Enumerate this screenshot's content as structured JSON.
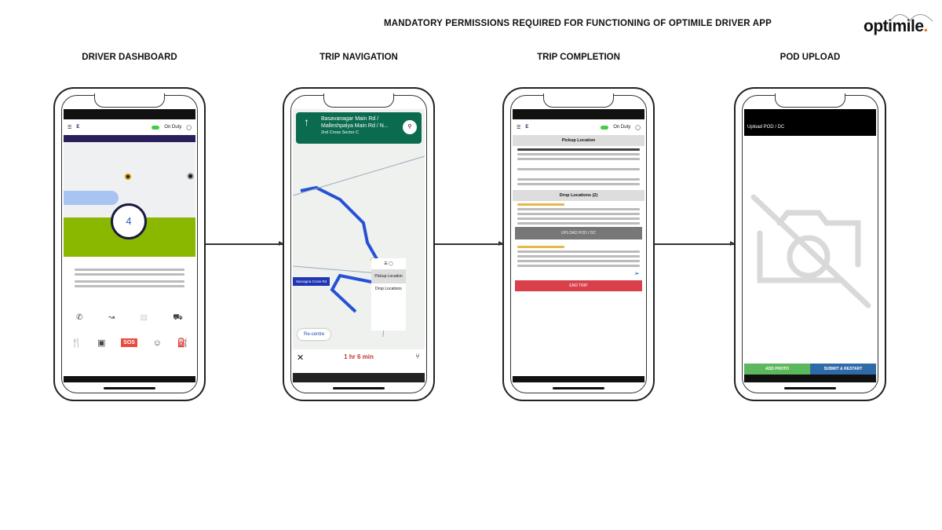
{
  "title": "MANDATORY PERMISSIONS REQUIRED FOR FUNCTIONING OF OPTIMILE DRIVER APP",
  "logo": {
    "text": "optimile",
    "accent": "#e0782b"
  },
  "screens": [
    {
      "caption": "DRIVER DASHBOARD",
      "duty": "On Duty",
      "count": "4",
      "sos": "SOS",
      "accent": "#8ab800",
      "header_color": "#2a1f5c"
    },
    {
      "caption": "TRIP NAVIGATION",
      "street1": "Basavanagar Main Rd /",
      "street2": "Malleshpalya Main Rd / N...",
      "street3": "2nd Cross Sector C",
      "then": "Sarvagna Cross Rd",
      "recentre": "Re-centre",
      "eta": "1 hr 6 min",
      "pickup": "Pickup Location",
      "drop": "Drop Locations",
      "banner_color": "#0b6b4f"
    },
    {
      "caption": "TRIP COMPLETION",
      "duty": "On Duty",
      "pickup": "Pickup Location",
      "drop": "Drop Locations (2)",
      "upload": "UPLOAD POD / DC",
      "end": "END TRIP",
      "end_color": "#d9404a"
    },
    {
      "caption": "POD UPLOAD",
      "header": "Upload POD / DC",
      "add": "ADD PHOTO",
      "submit": "SUBMIT & RESTART",
      "add_color": "#5cb85c",
      "submit_color": "#2f6aa8"
    }
  ]
}
